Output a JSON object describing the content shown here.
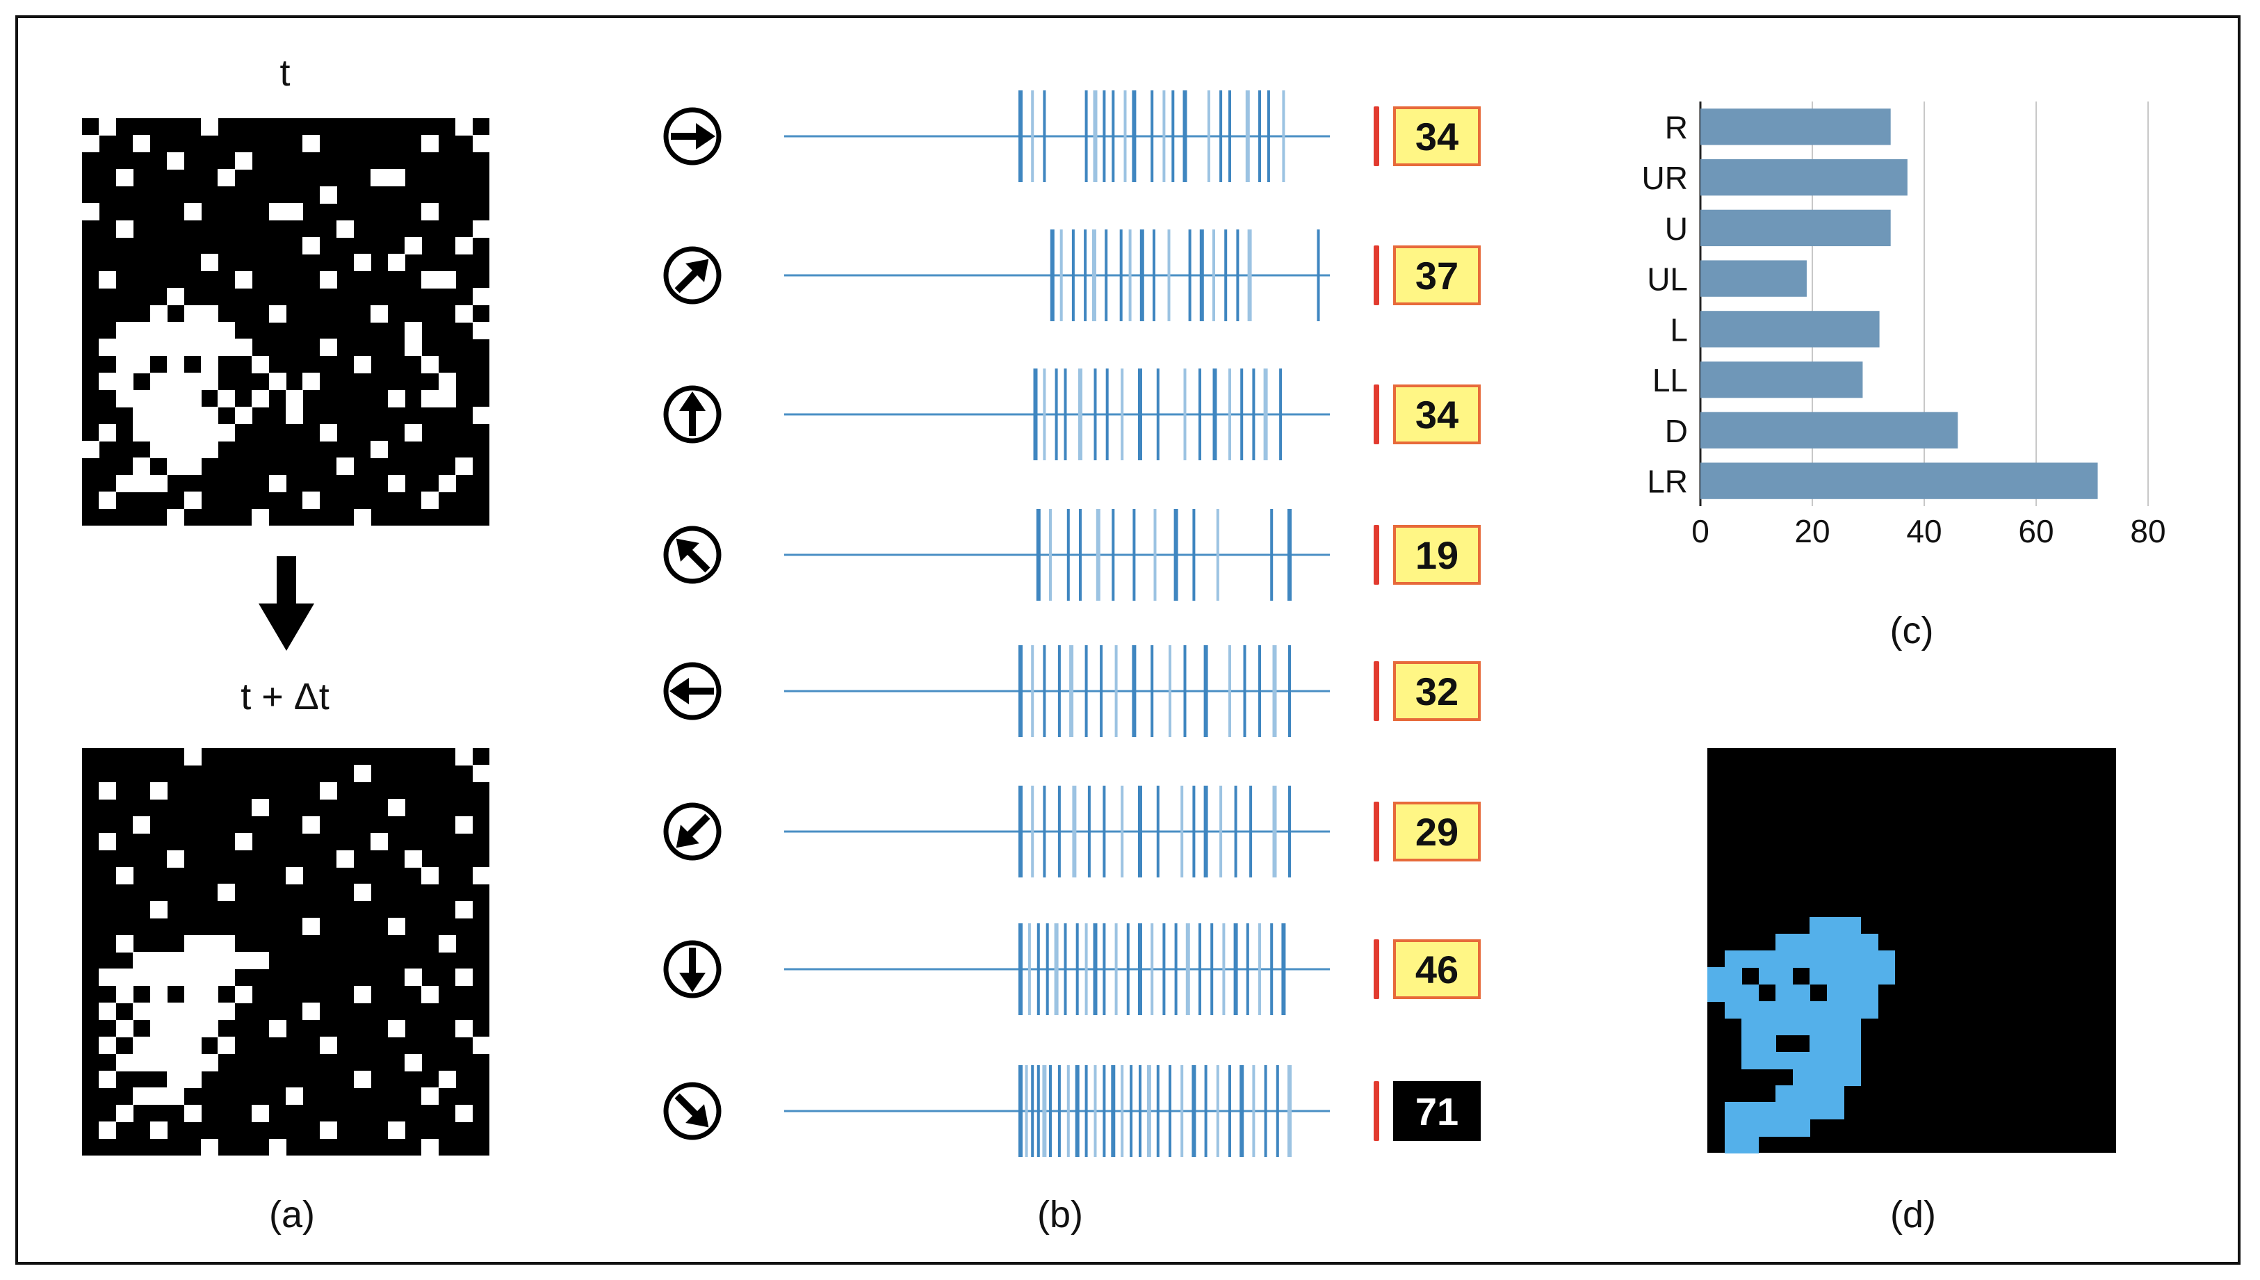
{
  "panel_a": {
    "label_top": "t",
    "label_bottom": "t + Δt",
    "caption": "(a)",
    "frame_t": {
      "cols": 24,
      "rows": 24,
      "white": [
        [
          1,
          0
        ],
        [
          7,
          0
        ],
        [
          13,
          1
        ],
        [
          22,
          0
        ],
        [
          23,
          1
        ],
        [
          0,
          1
        ],
        [
          3,
          1
        ],
        [
          5,
          2
        ],
        [
          9,
          2
        ],
        [
          20,
          1
        ],
        [
          8,
          3
        ],
        [
          2,
          3
        ],
        [
          14,
          4
        ],
        [
          17,
          3
        ],
        [
          18,
          3
        ],
        [
          0,
          5
        ],
        [
          6,
          5
        ],
        [
          11,
          5
        ],
        [
          12,
          5
        ],
        [
          15,
          6
        ],
        [
          20,
          5
        ],
        [
          23,
          6
        ],
        [
          2,
          6
        ],
        [
          13,
          7
        ],
        [
          19,
          7
        ],
        [
          22,
          7
        ],
        [
          7,
          8
        ],
        [
          16,
          8
        ],
        [
          18,
          8
        ],
        [
          1,
          9
        ],
        [
          9,
          9
        ],
        [
          14,
          9
        ],
        [
          20,
          9
        ],
        [
          21,
          9
        ],
        [
          23,
          10
        ],
        [
          5,
          10
        ],
        [
          11,
          11
        ],
        [
          17,
          11
        ],
        [
          22,
          11
        ],
        [
          4,
          11
        ],
        [
          6,
          11
        ],
        [
          7,
          11
        ],
        [
          19,
          12
        ],
        [
          23,
          12
        ],
        [
          2,
          12
        ],
        [
          3,
          12
        ],
        [
          4,
          12
        ],
        [
          5,
          12
        ],
        [
          6,
          12
        ],
        [
          7,
          12
        ],
        [
          8,
          12
        ],
        [
          1,
          13
        ],
        [
          2,
          13
        ],
        [
          3,
          13
        ],
        [
          4,
          13
        ],
        [
          5,
          13
        ],
        [
          6,
          13
        ],
        [
          7,
          13
        ],
        [
          8,
          13
        ],
        [
          9,
          13
        ],
        [
          14,
          13
        ],
        [
          19,
          13
        ],
        [
          2,
          14
        ],
        [
          3,
          14
        ],
        [
          5,
          14
        ],
        [
          7,
          14
        ],
        [
          10,
          14
        ],
        [
          16,
          14
        ],
        [
          20,
          14
        ],
        [
          1,
          15
        ],
        [
          2,
          15
        ],
        [
          4,
          15
        ],
        [
          5,
          15
        ],
        [
          6,
          15
        ],
        [
          7,
          15
        ],
        [
          11,
          15
        ],
        [
          13,
          15
        ],
        [
          21,
          15
        ],
        [
          2,
          16
        ],
        [
          3,
          16
        ],
        [
          4,
          16
        ],
        [
          5,
          16
        ],
        [
          6,
          16
        ],
        [
          8,
          16
        ],
        [
          10,
          16
        ],
        [
          12,
          16
        ],
        [
          18,
          16
        ],
        [
          20,
          16
        ],
        [
          21,
          16
        ],
        [
          3,
          17
        ],
        [
          4,
          17
        ],
        [
          5,
          17
        ],
        [
          6,
          17
        ],
        [
          7,
          17
        ],
        [
          9,
          17
        ],
        [
          12,
          17
        ],
        [
          23,
          17
        ],
        [
          1,
          18
        ],
        [
          3,
          18
        ],
        [
          4,
          18
        ],
        [
          5,
          18
        ],
        [
          6,
          18
        ],
        [
          7,
          18
        ],
        [
          8,
          18
        ],
        [
          14,
          18
        ],
        [
          19,
          18
        ],
        [
          0,
          19
        ],
        [
          4,
          19
        ],
        [
          5,
          19
        ],
        [
          6,
          19
        ],
        [
          7,
          19
        ],
        [
          17,
          19
        ],
        [
          3,
          20
        ],
        [
          5,
          20
        ],
        [
          6,
          20
        ],
        [
          15,
          20
        ],
        [
          22,
          20
        ],
        [
          2,
          21
        ],
        [
          3,
          21
        ],
        [
          4,
          21
        ],
        [
          11,
          21
        ],
        [
          18,
          21
        ],
        [
          21,
          21
        ],
        [
          1,
          22
        ],
        [
          6,
          22
        ],
        [
          13,
          22
        ],
        [
          20,
          22
        ],
        [
          5,
          23
        ],
        [
          10,
          23
        ],
        [
          16,
          23
        ]
      ]
    },
    "frame_dt": {
      "cols": 24,
      "rows": 24,
      "white": [
        [
          6,
          0
        ],
        [
          22,
          0
        ],
        [
          23,
          1
        ],
        [
          1,
          2
        ],
        [
          4,
          2
        ],
        [
          14,
          2
        ],
        [
          16,
          1
        ],
        [
          10,
          3
        ],
        [
          18,
          3
        ],
        [
          3,
          4
        ],
        [
          9,
          5
        ],
        [
          13,
          4
        ],
        [
          17,
          5
        ],
        [
          22,
          4
        ],
        [
          1,
          5
        ],
        [
          5,
          6
        ],
        [
          15,
          6
        ],
        [
          19,
          6
        ],
        [
          2,
          7
        ],
        [
          12,
          7
        ],
        [
          20,
          7
        ],
        [
          23,
          7
        ],
        [
          8,
          8
        ],
        [
          16,
          8
        ],
        [
          22,
          9
        ],
        [
          4,
          9
        ],
        [
          13,
          10
        ],
        [
          18,
          10
        ],
        [
          2,
          11
        ],
        [
          21,
          11
        ],
        [
          6,
          11
        ],
        [
          7,
          11
        ],
        [
          8,
          11
        ],
        [
          10,
          12
        ],
        [
          3,
          12
        ],
        [
          4,
          12
        ],
        [
          5,
          12
        ],
        [
          6,
          12
        ],
        [
          7,
          12
        ],
        [
          8,
          12
        ],
        [
          9,
          12
        ],
        [
          19,
          13
        ],
        [
          22,
          13
        ],
        [
          1,
          13
        ],
        [
          2,
          13
        ],
        [
          3,
          13
        ],
        [
          4,
          13
        ],
        [
          5,
          13
        ],
        [
          6,
          13
        ],
        [
          7,
          13
        ],
        [
          8,
          13
        ],
        [
          16,
          14
        ],
        [
          2,
          14
        ],
        [
          4,
          14
        ],
        [
          6,
          14
        ],
        [
          7,
          14
        ],
        [
          9,
          14
        ],
        [
          20,
          14
        ],
        [
          1,
          15
        ],
        [
          3,
          15
        ],
        [
          4,
          15
        ],
        [
          5,
          15
        ],
        [
          6,
          15
        ],
        [
          7,
          15
        ],
        [
          8,
          15
        ],
        [
          13,
          15
        ],
        [
          2,
          16
        ],
        [
          4,
          16
        ],
        [
          5,
          16
        ],
        [
          6,
          16
        ],
        [
          7,
          16
        ],
        [
          11,
          16
        ],
        [
          18,
          16
        ],
        [
          22,
          16
        ],
        [
          1,
          17
        ],
        [
          3,
          17
        ],
        [
          4,
          17
        ],
        [
          5,
          17
        ],
        [
          6,
          17
        ],
        [
          8,
          17
        ],
        [
          14,
          17
        ],
        [
          23,
          17
        ],
        [
          2,
          18
        ],
        [
          3,
          18
        ],
        [
          4,
          18
        ],
        [
          5,
          18
        ],
        [
          6,
          18
        ],
        [
          7,
          18
        ],
        [
          19,
          18
        ],
        [
          1,
          19
        ],
        [
          5,
          19
        ],
        [
          6,
          19
        ],
        [
          16,
          19
        ],
        [
          21,
          19
        ],
        [
          3,
          20
        ],
        [
          4,
          20
        ],
        [
          5,
          20
        ],
        [
          12,
          20
        ],
        [
          20,
          20
        ],
        [
          2,
          21
        ],
        [
          6,
          21
        ],
        [
          10,
          21
        ],
        [
          22,
          21
        ],
        [
          1,
          22
        ],
        [
          4,
          22
        ],
        [
          14,
          22
        ],
        [
          18,
          22
        ],
        [
          7,
          23
        ],
        [
          11,
          23
        ],
        [
          20,
          23
        ]
      ]
    }
  },
  "panel_b": {
    "caption": "(b)",
    "rows": [
      {
        "direction": "right-arrow-icon",
        "angle": 0,
        "count": "34",
        "spikes": [
          0.0,
          0.04,
          0.08,
          0.22,
          0.25,
          0.28,
          0.31,
          0.35,
          0.38,
          0.44,
          0.48,
          0.51,
          0.55,
          0.63,
          0.67,
          0.7,
          0.76,
          0.8,
          0.83,
          0.88
        ]
      },
      {
        "direction": "up-right-arrow-icon",
        "angle": -45,
        "count": "37",
        "spikes": [
          0.06,
          0.09,
          0.13,
          0.17,
          0.2,
          0.24,
          0.29,
          0.32,
          0.36,
          0.4,
          0.45,
          0.52,
          0.56,
          0.6,
          0.64,
          0.68,
          0.72,
          0.95
        ]
      },
      {
        "direction": "up-arrow-icon",
        "angle": -90,
        "count": "34",
        "spikes": [
          0.05,
          0.08,
          0.12,
          0.15,
          0.2,
          0.25,
          0.29,
          0.34,
          0.4,
          0.46,
          0.55,
          0.6,
          0.65,
          0.7,
          0.74,
          0.78,
          0.82,
          0.87
        ]
      },
      {
        "direction": "up-left-arrow-icon",
        "angle": -135,
        "count": "19",
        "spikes": [
          0.06,
          0.1,
          0.16,
          0.2,
          0.26,
          0.31,
          0.38,
          0.45,
          0.52,
          0.58,
          0.66,
          0.84,
          0.9
        ]
      },
      {
        "direction": "left-arrow-icon",
        "angle": 180,
        "count": "32",
        "spikes": [
          0.0,
          0.04,
          0.08,
          0.13,
          0.17,
          0.22,
          0.27,
          0.32,
          0.38,
          0.44,
          0.5,
          0.55,
          0.62,
          0.7,
          0.75,
          0.8,
          0.85,
          0.9
        ]
      },
      {
        "direction": "down-left-arrow-icon",
        "angle": 135,
        "count": "29",
        "spikes": [
          0.0,
          0.04,
          0.08,
          0.13,
          0.18,
          0.23,
          0.28,
          0.34,
          0.4,
          0.46,
          0.54,
          0.58,
          0.62,
          0.67,
          0.72,
          0.77,
          0.85,
          0.9
        ]
      },
      {
        "direction": "down-arrow-icon",
        "angle": 90,
        "count": "46",
        "spikes": [
          0.0,
          0.03,
          0.06,
          0.09,
          0.12,
          0.15,
          0.19,
          0.22,
          0.25,
          0.28,
          0.32,
          0.36,
          0.4,
          0.44,
          0.48,
          0.52,
          0.56,
          0.6,
          0.64,
          0.68,
          0.72,
          0.76,
          0.8,
          0.84,
          0.88
        ]
      },
      {
        "direction": "down-right-arrow-icon",
        "angle": 45,
        "count": "71",
        "spikes": [
          0.0,
          0.02,
          0.04,
          0.06,
          0.08,
          0.1,
          0.13,
          0.16,
          0.19,
          0.22,
          0.25,
          0.28,
          0.31,
          0.34,
          0.37,
          0.4,
          0.43,
          0.46,
          0.5,
          0.54,
          0.58,
          0.62,
          0.66,
          0.7,
          0.74,
          0.78,
          0.82,
          0.86,
          0.9
        ]
      }
    ]
  },
  "panel_c": {
    "caption": "(c)",
    "chart_data": {
      "type": "bar",
      "orientation": "horizontal",
      "categories": [
        "R",
        "UR",
        "U",
        "UL",
        "L",
        "LL",
        "D",
        "LR"
      ],
      "values": [
        34,
        37,
        34,
        19,
        32,
        29,
        46,
        71
      ],
      "xlim": [
        0,
        80
      ],
      "xticks": [
        "0",
        "20",
        "40",
        "60",
        "80"
      ],
      "grid": true,
      "bar_color": "#6f97b8"
    }
  },
  "panel_d": {
    "caption": "(d)",
    "cols": 24,
    "rows": 24,
    "color": "#54b0ea",
    "cells": [
      [
        6,
        10
      ],
      [
        7,
        10
      ],
      [
        8,
        10
      ],
      [
        4,
        11
      ],
      [
        5,
        11
      ],
      [
        6,
        11
      ],
      [
        7,
        11
      ],
      [
        8,
        11
      ],
      [
        9,
        11
      ],
      [
        1,
        12
      ],
      [
        2,
        12
      ],
      [
        3,
        12
      ],
      [
        4,
        12
      ],
      [
        5,
        12
      ],
      [
        6,
        12
      ],
      [
        7,
        12
      ],
      [
        8,
        12
      ],
      [
        9,
        12
      ],
      [
        10,
        12
      ],
      [
        0,
        13
      ],
      [
        1,
        13
      ],
      [
        3,
        13
      ],
      [
        4,
        13
      ],
      [
        6,
        13
      ],
      [
        7,
        13
      ],
      [
        8,
        13
      ],
      [
        9,
        13
      ],
      [
        10,
        13
      ],
      [
        0,
        14
      ],
      [
        1,
        14
      ],
      [
        2,
        14
      ],
      [
        4,
        14
      ],
      [
        5,
        14
      ],
      [
        7,
        14
      ],
      [
        8,
        14
      ],
      [
        9,
        14
      ],
      [
        1,
        15
      ],
      [
        2,
        15
      ],
      [
        3,
        15
      ],
      [
        4,
        15
      ],
      [
        5,
        15
      ],
      [
        6,
        15
      ],
      [
        7,
        15
      ],
      [
        8,
        15
      ],
      [
        9,
        15
      ],
      [
        2,
        16
      ],
      [
        3,
        16
      ],
      [
        4,
        16
      ],
      [
        5,
        16
      ],
      [
        6,
        16
      ],
      [
        7,
        16
      ],
      [
        8,
        16
      ],
      [
        2,
        17
      ],
      [
        3,
        17
      ],
      [
        6,
        17
      ],
      [
        7,
        17
      ],
      [
        8,
        17
      ],
      [
        2,
        18
      ],
      [
        3,
        18
      ],
      [
        4,
        18
      ],
      [
        5,
        18
      ],
      [
        6,
        18
      ],
      [
        7,
        18
      ],
      [
        8,
        18
      ],
      [
        5,
        19
      ],
      [
        6,
        19
      ],
      [
        7,
        19
      ],
      [
        8,
        19
      ],
      [
        4,
        20
      ],
      [
        5,
        20
      ],
      [
        6,
        20
      ],
      [
        7,
        20
      ],
      [
        1,
        21
      ],
      [
        2,
        21
      ],
      [
        3,
        21
      ],
      [
        4,
        21
      ],
      [
        5,
        21
      ],
      [
        6,
        21
      ],
      [
        7,
        21
      ],
      [
        1,
        22
      ],
      [
        2,
        22
      ],
      [
        3,
        22
      ],
      [
        4,
        22
      ],
      [
        5,
        22
      ],
      [
        1,
        23
      ],
      [
        2,
        23
      ]
    ]
  }
}
